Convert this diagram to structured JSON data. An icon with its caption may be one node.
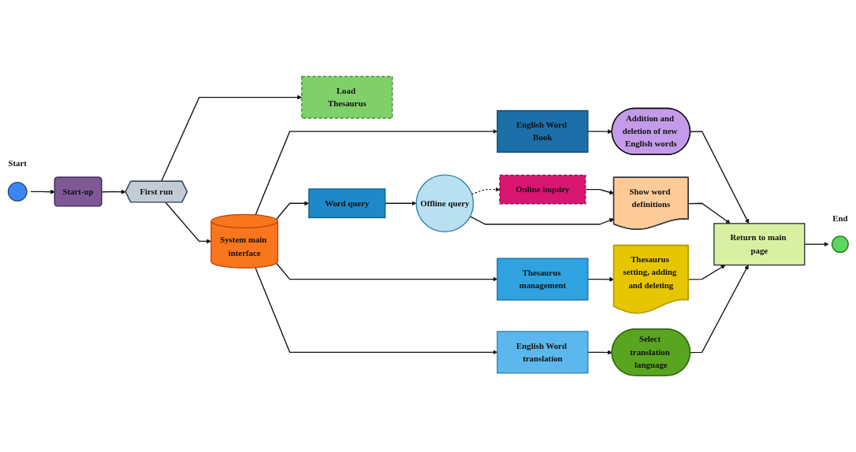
{
  "diagram": {
    "nodes": [
      {
        "text": [],
        "shape": "circle",
        "beside": [
          "Start"
        ]
      },
      {
        "text": [
          "Start-up"
        ]
      },
      {
        "text": [
          "First run"
        ]
      },
      {
        "text": [
          "Load Thesaurus"
        ]
      },
      {
        "text": [
          "System main interface"
        ]
      },
      {
        "text": [
          "English Word Book"
        ]
      },
      {
        "text": [
          "Addition and deletion of new English words"
        ]
      },
      {
        "text": [
          "Word query"
        ]
      },
      {
        "text": [
          "Offline query"
        ]
      },
      {
        "text": [
          "Online inquiry"
        ]
      },
      {
        "text": [
          "Show word definitions"
        ]
      },
      {
        "text": [
          "Return to main page"
        ]
      },
      {
        "text": [
          "Thesaurus management"
        ]
      },
      {
        "text": [
          "Thesaurus setting, adding and deleting"
        ]
      },
      {
        "text": [
          "English Word translation"
        ]
      },
      {
        "text": [
          "Select translation language"
        ]
      },
      {
        "text": [],
        "shape": "circle",
        "beside": [
          "End"
        ]
      }
    ],
    "edges": [
      {
        "from": 0,
        "to": 1,
        "arrow": "to"
      },
      {
        "from": 1,
        "to": 2,
        "arrow": "to"
      },
      {
        "from": 2,
        "to": 3,
        "arrow": "to"
      },
      {
        "from": 2,
        "to": 4,
        "arrow": "to"
      },
      {
        "from": 4,
        "to": 5,
        "arrow": "to"
      },
      {
        "from": 5,
        "to": 6,
        "arrow": "to"
      },
      {
        "from": 6,
        "to": 11,
        "arrow": "to"
      },
      {
        "from": 4,
        "to": 7,
        "arrow": "to"
      },
      {
        "from": 7,
        "to": 8,
        "arrow": "to"
      },
      {
        "from": 8,
        "to": 9,
        "arrow": "to",
        "style": "dashed"
      },
      {
        "from": 9,
        "to": 10,
        "arrow": "to"
      },
      {
        "from": 8,
        "to": 10,
        "arrow": "to"
      },
      {
        "from": 10,
        "to": 11,
        "arrow": "to"
      },
      {
        "from": 4,
        "to": 12,
        "arrow": "to"
      },
      {
        "from": 12,
        "to": 13,
        "arrow": "to"
      },
      {
        "from": 13,
        "to": 11,
        "arrow": "to"
      },
      {
        "from": 4,
        "to": 14,
        "arrow": "to"
      },
      {
        "from": 14,
        "to": 15,
        "arrow": "to"
      },
      {
        "from": 15,
        "to": 11,
        "arrow": "to"
      },
      {
        "from": 11,
        "to": 16,
        "arrow": "to"
      }
    ]
  }
}
